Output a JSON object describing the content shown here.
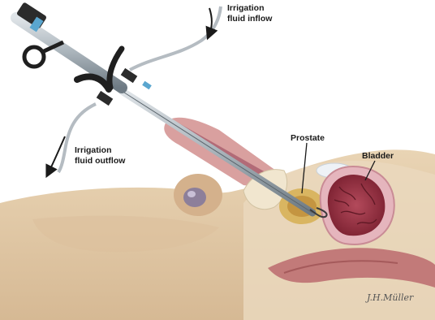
{
  "labels": {
    "inflow_line1": "Irrigation",
    "inflow_line2": "fluid inflow",
    "outflow_line1": "Irrigation",
    "outflow_line2": "fluid outflow",
    "prostate": "Prostate",
    "bladder": "Bladder"
  },
  "signature": "J.H.Müller",
  "colors": {
    "skin": "#e2c9a6",
    "skin_shadow": "#c9ab85",
    "bladder_wall": "#d8a0a8",
    "bladder_inner": "#9c3a4a",
    "prostate": "#c9a24a",
    "instrument": "#b9c1c7",
    "instrument_dark": "#2b2b2b"
  }
}
